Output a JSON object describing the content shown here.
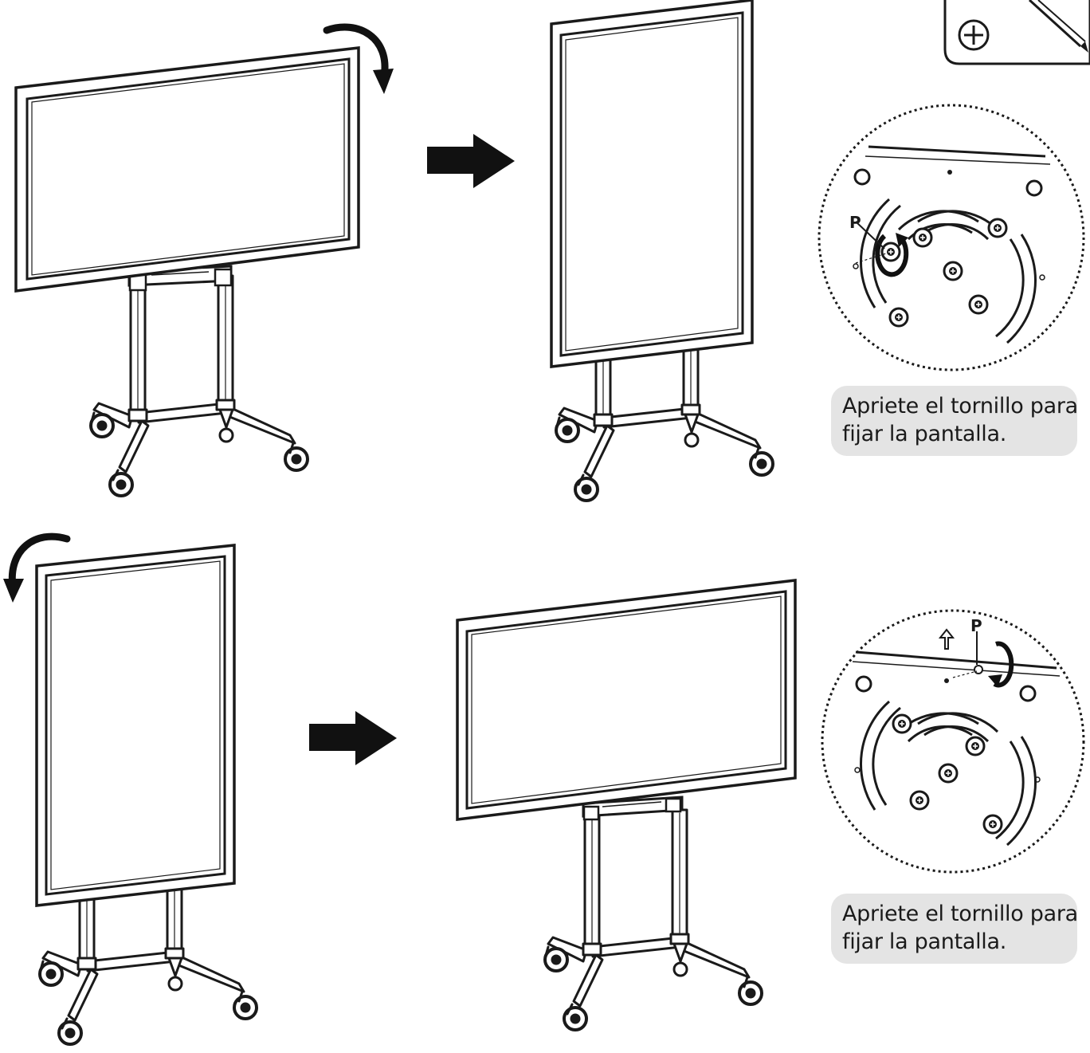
{
  "captions": [
    {
      "line1": "Apriete el tornillo para",
      "line2": "fijar la pantalla."
    },
    {
      "line1": "Apriete el tornillo para",
      "line2": "fijar la pantalla."
    }
  ],
  "callouts": [
    {
      "label": "P"
    },
    {
      "label": "P"
    }
  ],
  "icons": {
    "tool_box": "screwdriver-icon",
    "phillips_head": "phillips-screw-icon",
    "rotate_clockwise": "rotate-clockwise-arrow-icon",
    "rotate_counterclockwise": "rotate-counterclockwise-arrow-icon",
    "step_arrow": "right-arrow-icon",
    "lift_arrow": "up-arrow-icon"
  },
  "colors": {
    "line": "#1a1a1a",
    "caption_bg": "#e4e4e4",
    "arrow_fill": "#111111"
  }
}
